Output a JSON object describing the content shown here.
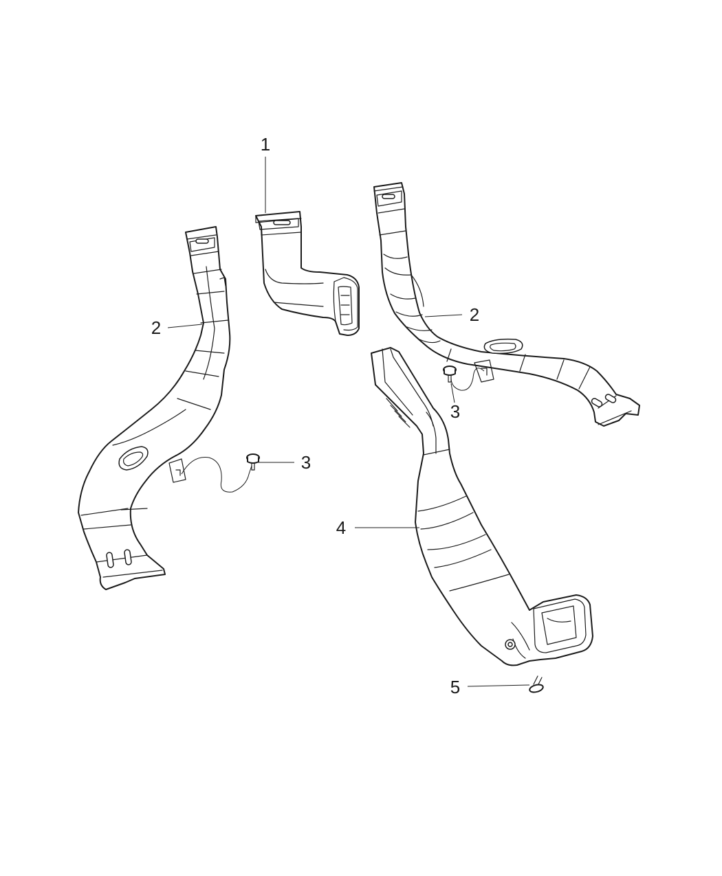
{
  "callouts": {
    "part_1": "1",
    "part_2_left": "2",
    "part_2_right": "2",
    "part_3_left": "3",
    "part_3_right": "3",
    "part_4": "4",
    "part_5": "5"
  },
  "colors": {
    "line": "#1a1a1a",
    "background": "#ffffff"
  }
}
